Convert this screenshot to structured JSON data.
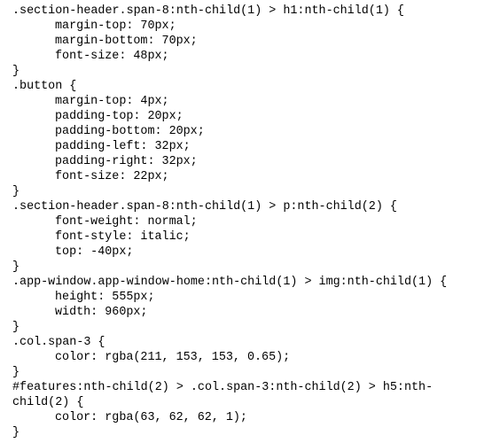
{
  "document": {
    "lines": [
      {
        "text": ".section-header.span-8:nth-child(1) > h1:nth-child(1) {",
        "indent": false
      },
      {
        "text": "margin-top: 70px;",
        "indent": true
      },
      {
        "text": "margin-bottom: 70px;",
        "indent": true
      },
      {
        "text": "font-size: 48px;",
        "indent": true
      },
      {
        "text": "}",
        "indent": false
      },
      {
        "text": ".button {",
        "indent": false
      },
      {
        "text": "margin-top: 4px;",
        "indent": true
      },
      {
        "text": "padding-top: 20px;",
        "indent": true
      },
      {
        "text": "padding-bottom: 20px;",
        "indent": true
      },
      {
        "text": "padding-left: 32px;",
        "indent": true
      },
      {
        "text": "padding-right: 32px;",
        "indent": true
      },
      {
        "text": "font-size: 22px;",
        "indent": true
      },
      {
        "text": "}",
        "indent": false
      },
      {
        "text": ".section-header.span-8:nth-child(1) > p:nth-child(2) {",
        "indent": false
      },
      {
        "text": "font-weight: normal;",
        "indent": true
      },
      {
        "text": "font-style: italic;",
        "indent": true
      },
      {
        "text": "top: -40px;",
        "indent": true
      },
      {
        "text": "}",
        "indent": false
      },
      {
        "text": ".app-window.app-window-home:nth-child(1) > img:nth-child(1) {",
        "indent": false
      },
      {
        "text": "height: 555px;",
        "indent": true
      },
      {
        "text": "width: 960px;",
        "indent": true
      },
      {
        "text": "}",
        "indent": false
      },
      {
        "text": ".col.span-3 {",
        "indent": false
      },
      {
        "text": "color: rgba(211, 153, 153, 0.65);",
        "indent": true
      },
      {
        "text": "}",
        "indent": false
      },
      {
        "text": "#features:nth-child(2) > .col.span-3:nth-child(2) > h5:nth-",
        "indent": false
      },
      {
        "text": "child(2) {",
        "indent": false
      },
      {
        "text": "color: rgba(63, 62, 62, 1);",
        "indent": true
      },
      {
        "text": "}",
        "indent": false
      }
    ]
  }
}
